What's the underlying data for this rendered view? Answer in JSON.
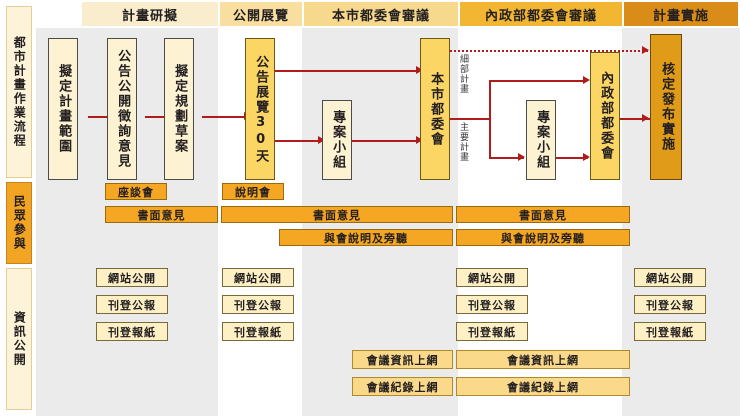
{
  "sidebar": {
    "sections": [
      {
        "label": "都市計畫作業流程",
        "tone": "cream"
      },
      {
        "label": "民眾參與",
        "tone": "orange"
      },
      {
        "label": "資訊公開",
        "tone": "cream"
      }
    ]
  },
  "headers": [
    {
      "label": "計畫研擬",
      "color": "#faedcd"
    },
    {
      "label": "公開展覽",
      "color": "#f8dfa0"
    },
    {
      "label": "本市都委會審議",
      "color": "#f6d98c"
    },
    {
      "label": "內政部都委會審議",
      "color": "#f2b632"
    },
    {
      "label": "計畫實施",
      "color": "#d98c18"
    }
  ],
  "process": {
    "steps": [
      {
        "label": "擬定計畫範圍",
        "tone": "cream"
      },
      {
        "label": "公告公開徵詢意見",
        "tone": "cream"
      },
      {
        "label": "擬定規劃草案",
        "tone": "cream"
      },
      {
        "label": "公告展覽30天",
        "tone": "gold"
      },
      {
        "label": "專案小組",
        "tone": "cream"
      },
      {
        "label": "本市都委會",
        "tone": "gold"
      },
      {
        "label": "專案小組",
        "tone": "cream"
      },
      {
        "label": "內政部都委會",
        "tone": "gold"
      },
      {
        "label": "核定發布實施",
        "tone": "dark"
      }
    ],
    "branch_labels": [
      {
        "label": "細部計畫"
      },
      {
        "label": "主要計畫"
      }
    ]
  },
  "participation": {
    "meeting_tags": [
      {
        "label": "座談會"
      },
      {
        "label": "說明會"
      }
    ],
    "written_opinion": [
      {
        "label": "書面意見"
      },
      {
        "label": "書面意見"
      },
      {
        "label": "書面意見"
      }
    ],
    "attend_explain": [
      {
        "label": "與會說明及旁聽"
      },
      {
        "label": "與會說明及旁聽"
      }
    ]
  },
  "disclosure": {
    "groups": [
      {
        "items": [
          {
            "label": "網站公開"
          },
          {
            "label": "刊登公報"
          },
          {
            "label": "刊登報紙"
          }
        ]
      },
      {
        "items": [
          {
            "label": "網站公開"
          },
          {
            "label": "刊登公報"
          },
          {
            "label": "刊登報紙"
          }
        ]
      },
      {
        "items": [
          {
            "label": "網站公開"
          },
          {
            "label": "刊登公報"
          },
          {
            "label": "刊登報紙"
          }
        ]
      },
      {
        "items": [
          {
            "label": "網站公開"
          },
          {
            "label": "刊登公報"
          },
          {
            "label": "刊登報紙"
          }
        ]
      }
    ],
    "meeting_info": [
      {
        "label": "會議資訊上網"
      },
      {
        "label": "會議資訊上網"
      }
    ],
    "meeting_record": [
      {
        "label": "會議紀錄上網"
      },
      {
        "label": "會議紀錄上網"
      }
    ]
  },
  "colors": {
    "arrow": "#b21b1b",
    "band": "#ebebeb",
    "amber": "#f5a623",
    "gold": "#fbd665",
    "dark_orange": "#e09c18",
    "cream": "#fdf3d2"
  }
}
